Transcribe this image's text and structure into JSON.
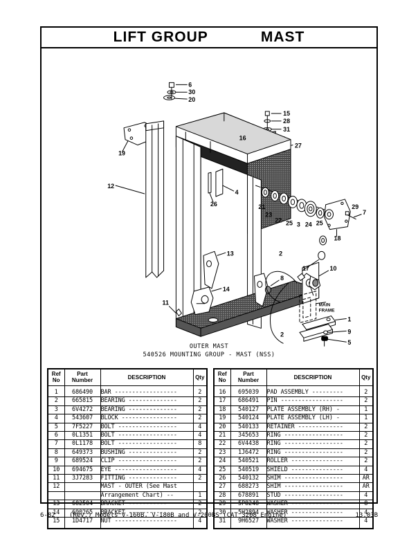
{
  "header": {
    "group_title": "LIFT GROUP",
    "section_title": "MAST"
  },
  "illustration": {
    "caption_line1": "OUTER MAST",
    "caption_line2": "540526 MOUNTING GROUP - MAST (NSS)",
    "inline_label": "MAIN\nFRAME",
    "callouts": [
      "6",
      "30",
      "20",
      "15",
      "28",
      "31",
      "16",
      "27",
      "19",
      "4",
      "26",
      "12",
      "21",
      "23",
      "22",
      "25",
      "3",
      "24",
      "25",
      "18",
      "29",
      "7",
      "13",
      "8",
      "14",
      "11",
      "17",
      "10",
      "1",
      "9",
      "5",
      "2"
    ]
  },
  "tables": {
    "columns": {
      "ref_no": "Ref\nNo",
      "part_number": "Part\nNumber",
      "description": "DESCRIPTION",
      "qty": "Qty"
    },
    "left_rows": [
      {
        "ref": "1",
        "part": "686490",
        "desc": "BAR ------------------",
        "qty": "2",
        "indent": false
      },
      {
        "ref": "2",
        "part": "665815",
        "desc": "BEARING --------------",
        "qty": "2",
        "indent": false
      },
      {
        "ref": "3",
        "part": "6V4272",
        "desc": "BEARING --------------",
        "qty": "2",
        "indent": false
      },
      {
        "ref": "4",
        "part": "543607",
        "desc": "BLOCK ----------------",
        "qty": "2",
        "indent": false
      },
      {
        "ref": "5",
        "part": "7F5227",
        "desc": "BOLT -----------------",
        "qty": "4",
        "indent": false
      },
      {
        "ref": "6",
        "part": "0L1351",
        "desc": "BOLT -----------------",
        "qty": "4",
        "indent": false
      },
      {
        "ref": "7",
        "part": "0L1178",
        "desc": "BOLT -----------------",
        "qty": "8",
        "indent": false
      },
      {
        "ref": "8",
        "part": "649373",
        "desc": "BUSHING --------------",
        "qty": "2",
        "indent": false
      },
      {
        "ref": "9",
        "part": "689524",
        "desc": "CLIP -----------------",
        "qty": "2",
        "indent": false
      },
      {
        "ref": "10",
        "part": "694675",
        "desc": "EYE ------------------",
        "qty": "4",
        "indent": false
      },
      {
        "ref": "11",
        "part": "3J7283",
        "desc": "FITTING --------------",
        "qty": "2",
        "indent": false
      },
      {
        "ref": "12",
        "part": "",
        "desc": "MAST - OUTER (See Mast",
        "qty": "",
        "indent": false
      },
      {
        "ref": "",
        "part": "",
        "desc": "Arrangement Chart) --",
        "qty": "1",
        "indent": false
      },
      {
        "ref": "13",
        "part": "682504",
        "desc": "BRACKET -----------",
        "qty": "2",
        "indent": true
      },
      {
        "ref": "14",
        "part": "690265",
        "desc": "BRACKET -----------",
        "qty": "2",
        "indent": true
      },
      {
        "ref": "15",
        "part": "1D4717",
        "desc": "NUT ------------------",
        "qty": "4",
        "indent": false
      }
    ],
    "right_rows": [
      {
        "ref": "16",
        "part": "695039",
        "desc": "PAD ASSEMBLY ---------",
        "qty": "2",
        "indent": false
      },
      {
        "ref": "17",
        "part": "686491",
        "desc": "PIN ------------------",
        "qty": "2",
        "indent": false
      },
      {
        "ref": "18",
        "part": "540127",
        "desc": "PLATE ASSEMBLY (RH) -",
        "qty": "1",
        "indent": false
      },
      {
        "ref": "19",
        "part": "540124",
        "desc": "PLATE ASSEMBLY (LH) -",
        "qty": "1",
        "indent": false
      },
      {
        "ref": "20",
        "part": "540133",
        "desc": "RETAINER -------------",
        "qty": "2",
        "indent": false
      },
      {
        "ref": "21",
        "part": "345653",
        "desc": "RING -----------------",
        "qty": "2",
        "indent": false
      },
      {
        "ref": "22",
        "part": "6V4438",
        "desc": "RING -----------------",
        "qty": "2",
        "indent": false
      },
      {
        "ref": "23",
        "part": "1J6472",
        "desc": "RING -----------------",
        "qty": "2",
        "indent": false
      },
      {
        "ref": "24",
        "part": "540521",
        "desc": "ROLLER ---------------",
        "qty": "2",
        "indent": false
      },
      {
        "ref": "25",
        "part": "540519",
        "desc": "SHIELD ---------------",
        "qty": "4",
        "indent": false
      },
      {
        "ref": "26",
        "part": "540132",
        "desc": "SHIM -----------------",
        "qty": "AR",
        "indent": false
      },
      {
        "ref": "27",
        "part": "688273",
        "desc": "SHIM -----------------",
        "qty": "AR",
        "indent": false
      },
      {
        "ref": "28",
        "part": "678891",
        "desc": "STUD -----------------",
        "qty": "4",
        "indent": false
      },
      {
        "ref": "29",
        "part": "5P8248",
        "desc": "WASHER ---------------",
        "qty": "8",
        "indent": false
      },
      {
        "ref": "30",
        "part": "5H2894",
        "desc": "WASHER ---------------",
        "qty": "4",
        "indent": false
      },
      {
        "ref": "31",
        "part": "9H6527",
        "desc": "WASHER ---------------",
        "qty": "4",
        "indent": false
      }
    ]
  },
  "footer": {
    "page_number": "6-82",
    "models_text": "(Rev.) Models V-160B, V-180B and V-200BS (CAT 3208 Engine)",
    "doc_code": "13.03B"
  }
}
